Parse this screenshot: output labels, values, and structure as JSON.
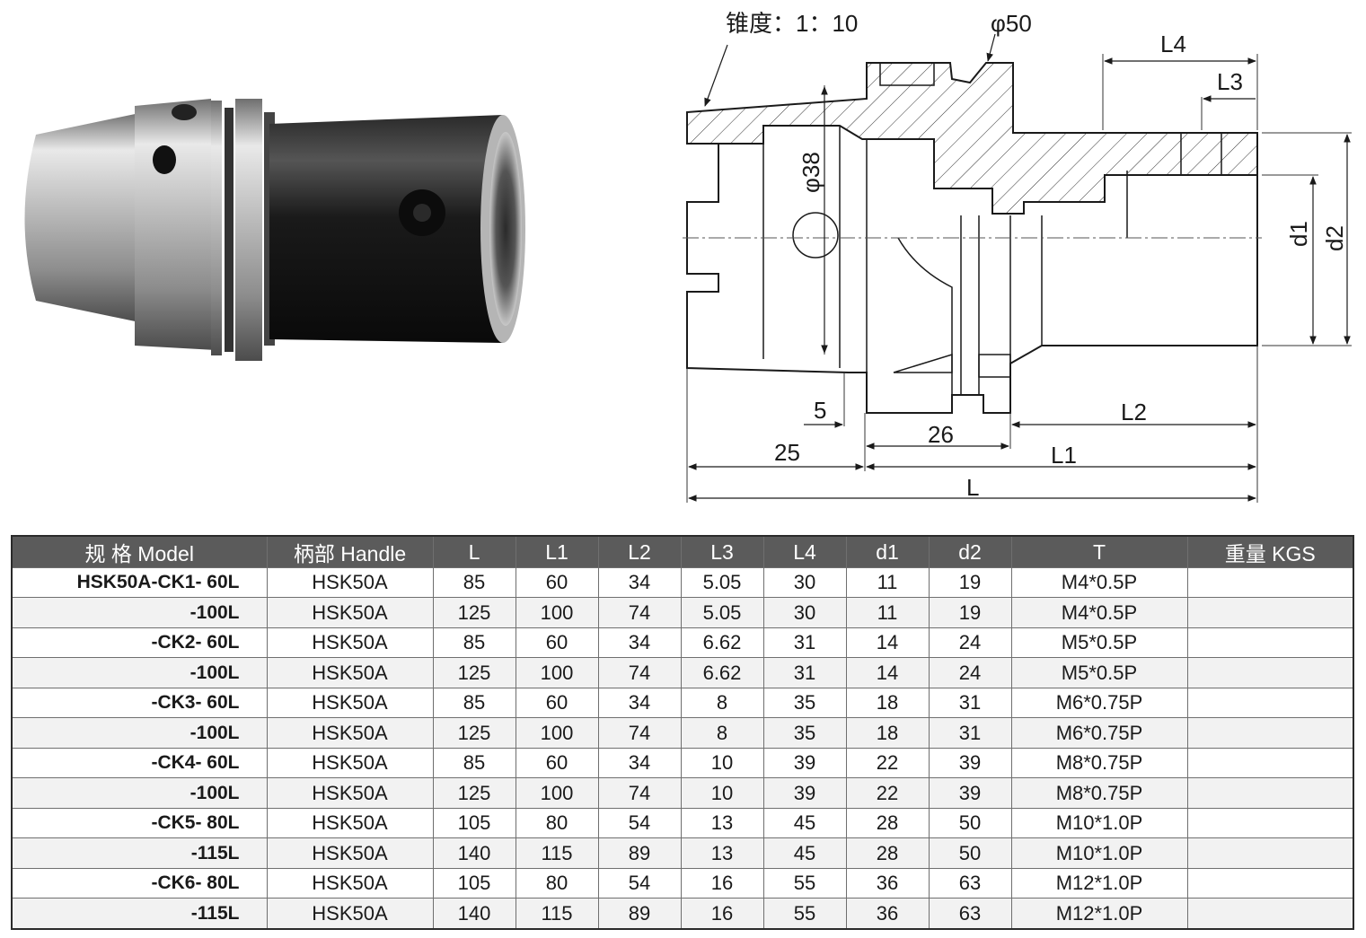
{
  "drawing": {
    "taper_label": "锥度：1：10",
    "dim_phi50": "φ50",
    "dim_phi38": "φ38",
    "dim_L": "L",
    "dim_L1": "L1",
    "dim_L2": "L2",
    "dim_L3": "L3",
    "dim_L4": "L4",
    "dim_d1": "d1",
    "dim_d2": "d2",
    "dim_5": "5",
    "dim_25": "25",
    "dim_26": "26"
  },
  "table": {
    "headers": [
      "规 格 Model",
      "柄部 Handle",
      "L",
      "L1",
      "L2",
      "L3",
      "L4",
      "d1",
      "d2",
      "T",
      "重量 KGS"
    ],
    "rows": [
      [
        "HSK50A-CK1- 60L",
        "HSK50A",
        "85",
        "60",
        "34",
        "5.05",
        "30",
        "11",
        "19",
        "M4*0.5P",
        ""
      ],
      [
        "-100L",
        "HSK50A",
        "125",
        "100",
        "74",
        "5.05",
        "30",
        "11",
        "19",
        "M4*0.5P",
        ""
      ],
      [
        "-CK2- 60L",
        "HSK50A",
        "85",
        "60",
        "34",
        "6.62",
        "31",
        "14",
        "24",
        "M5*0.5P",
        ""
      ],
      [
        "-100L",
        "HSK50A",
        "125",
        "100",
        "74",
        "6.62",
        "31",
        "14",
        "24",
        "M5*0.5P",
        ""
      ],
      [
        "-CK3- 60L",
        "HSK50A",
        "85",
        "60",
        "34",
        "8",
        "35",
        "18",
        "31",
        "M6*0.75P",
        ""
      ],
      [
        "-100L",
        "HSK50A",
        "125",
        "100",
        "74",
        "8",
        "35",
        "18",
        "31",
        "M6*0.75P",
        ""
      ],
      [
        "-CK4- 60L",
        "HSK50A",
        "85",
        "60",
        "34",
        "10",
        "39",
        "22",
        "39",
        "M8*0.75P",
        ""
      ],
      [
        "-100L",
        "HSK50A",
        "125",
        "100",
        "74",
        "10",
        "39",
        "22",
        "39",
        "M8*0.75P",
        ""
      ],
      [
        "-CK5- 80L",
        "HSK50A",
        "105",
        "80",
        "54",
        "13",
        "45",
        "28",
        "50",
        "M10*1.0P",
        ""
      ],
      [
        "-115L",
        "HSK50A",
        "140",
        "115",
        "89",
        "13",
        "45",
        "28",
        "50",
        "M10*1.0P",
        ""
      ],
      [
        "-CK6- 80L",
        "HSK50A",
        "105",
        "80",
        "54",
        "16",
        "55",
        "36",
        "63",
        "M12*1.0P",
        ""
      ],
      [
        "-115L",
        "HSK50A",
        "140",
        "115",
        "89",
        "16",
        "55",
        "36",
        "63",
        "M12*1.0P",
        ""
      ]
    ]
  }
}
